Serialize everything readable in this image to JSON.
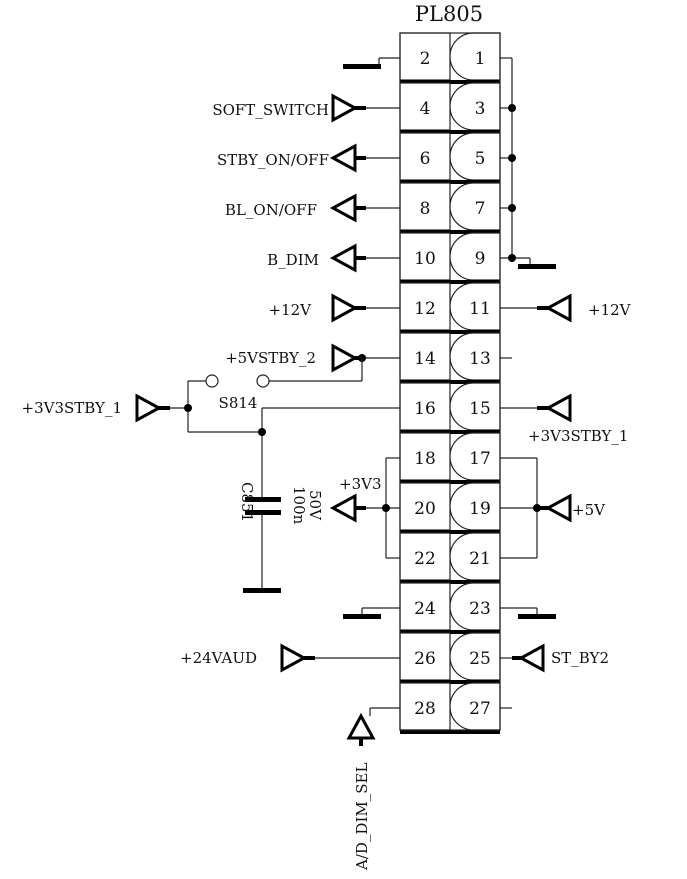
{
  "connector": {
    "name": "PL805",
    "pins": [
      {
        "left": "2",
        "right": "1"
      },
      {
        "left": "4",
        "right": "3"
      },
      {
        "left": "6",
        "right": "5"
      },
      {
        "left": "8",
        "right": "7"
      },
      {
        "left": "10",
        "right": "9"
      },
      {
        "left": "12",
        "right": "11"
      },
      {
        "left": "14",
        "right": "13"
      },
      {
        "left": "16",
        "right": "15"
      },
      {
        "left": "18",
        "right": "17"
      },
      {
        "left": "20",
        "right": "19"
      },
      {
        "left": "22",
        "right": "21"
      },
      {
        "left": "24",
        "right": "23"
      },
      {
        "left": "26",
        "right": "25"
      },
      {
        "left": "28",
        "right": "27"
      }
    ]
  },
  "signals": {
    "soft_switch": "SOFT_SWITCH",
    "stby_on_off": "STBY_ON/OFF",
    "bl_on_off": "BL_ON/OFF",
    "b_dim": "B_DIM",
    "p12v_left": "+12V",
    "p12v_right": "+12V",
    "p5vstby_2": "+5VSTBY_2",
    "p3v3stby_1_left": "+3V3STBY_1",
    "p3v3stby_1_right": "+3V3STBY_1",
    "p3v3": "+3V3",
    "p5v": "+5V",
    "p24vaud": "+24VAUD",
    "st_by2": "ST_BY2",
    "ad_dim_sel": "A/D_DIM_SEL"
  },
  "components": {
    "switch_ref": "S814",
    "cap_ref": "C851",
    "cap_value": "100n",
    "cap_voltage": "50V"
  }
}
